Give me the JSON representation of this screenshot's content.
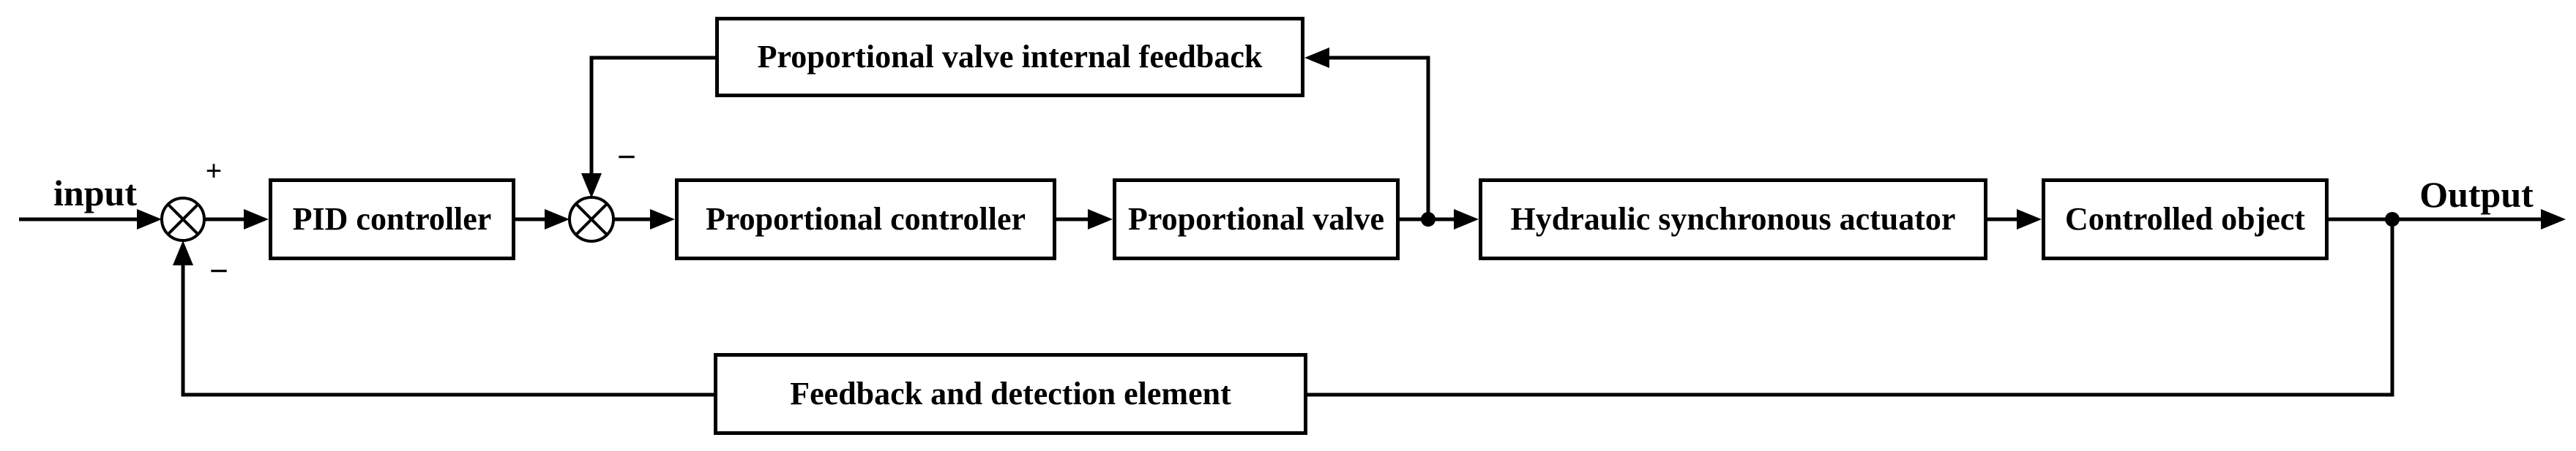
{
  "diagram": {
    "type": "control-system-block-diagram",
    "background_color": "#ffffff",
    "line_color": "#000000",
    "signals": {
      "input_label": "input",
      "output_label": "Output",
      "sum1_plus_sign": "+",
      "sum1_minus_sign": "−",
      "sum2_minus_sign": "−"
    },
    "blocks": {
      "pid_controller": {
        "label": "PID controller"
      },
      "proportional_controller": {
        "label": "Proportional controller"
      },
      "proportional_valve": {
        "label": "Proportional valve"
      },
      "hydraulic_actuator": {
        "label": "Hydraulic synchronous actuator"
      },
      "controlled_object": {
        "label": "Controlled object"
      },
      "valve_internal_feedback": {
        "label": "Proportional valve internal feedback"
      },
      "feedback_detection": {
        "label": "Feedback and detection element"
      }
    },
    "junctions": [
      {
        "id": "sum1",
        "type": "summing-junction",
        "signs": [
          "+",
          "−"
        ]
      },
      {
        "id": "sum2",
        "type": "summing-junction",
        "signs": [
          "−"
        ]
      }
    ],
    "connections": [
      "input → sum1 (+)",
      "sum1 → PID controller",
      "PID controller → sum2",
      "Proportional valve internal feedback → sum2 (−)",
      "sum2 → Proportional controller",
      "Proportional controller → Proportional valve",
      "Proportional valve → Hydraulic synchronous actuator",
      "Proportional valve → Proportional valve internal feedback",
      "Hydraulic synchronous actuator → Controlled object",
      "Controlled object → Output",
      "Output → Feedback and detection element",
      "Feedback and detection element → sum1 (−)"
    ]
  }
}
